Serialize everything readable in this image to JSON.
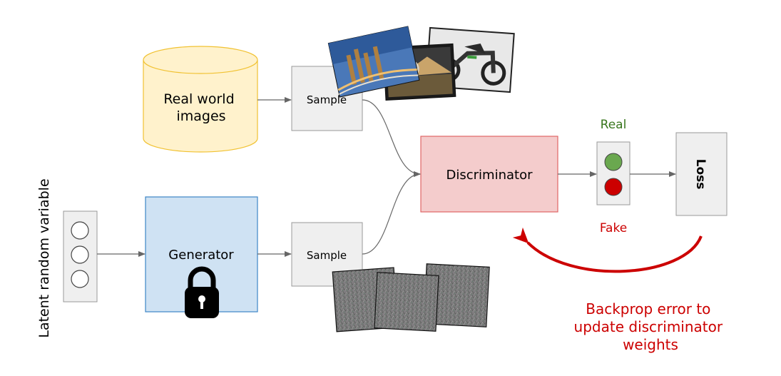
{
  "nodes": {
    "real_images": "Real world\nimages",
    "sample_top": "Sample",
    "sample_bottom": "Sample",
    "generator": "Generator",
    "discriminator": "Discriminator",
    "loss": "Loss"
  },
  "labels": {
    "latent": "Latent random variable",
    "real": "Real",
    "fake": "Fake",
    "backprop": [
      "Backprop error to",
      "update discriminator",
      "weights"
    ]
  },
  "colors": {
    "db_fill": "#fff2cc",
    "db_stroke": "#f1c232",
    "generator_fill": "#cfe2f3",
    "generator_stroke": "#3d85c6",
    "discriminator_fill": "#f4cccc",
    "discriminator_stroke": "#e06666",
    "box_fill": "#efefef",
    "box_stroke": "#999999",
    "real_green": "#38761d",
    "fake_red": "#cc0000",
    "arrow": "#666666"
  }
}
